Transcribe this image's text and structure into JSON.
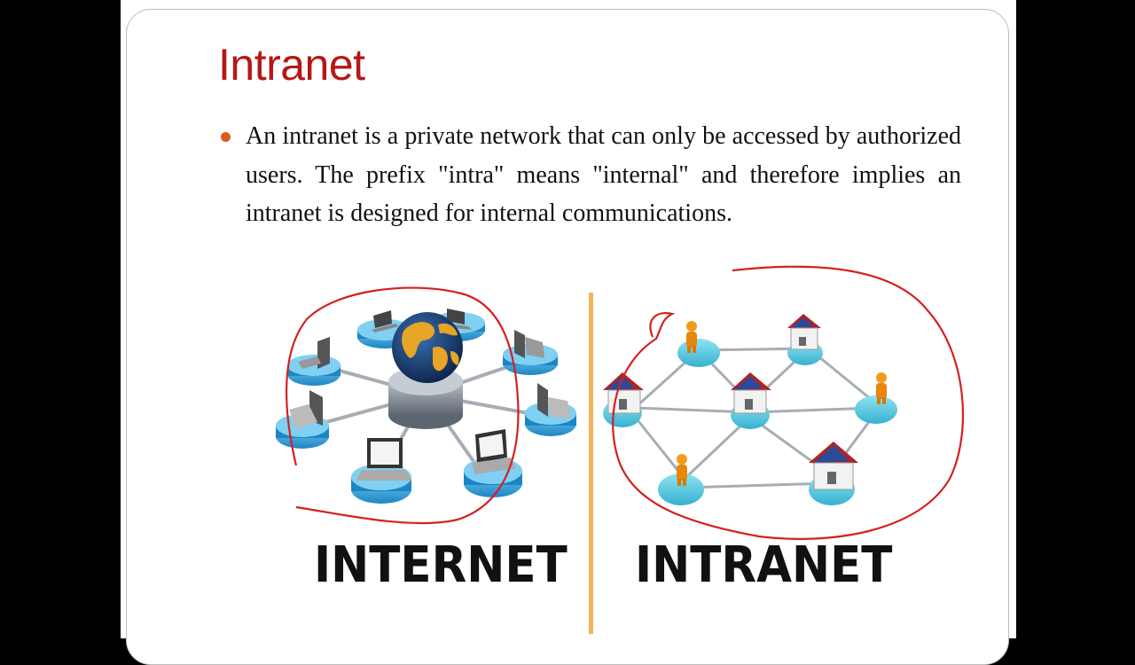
{
  "slide": {
    "title": "Intranet",
    "bullet": "An intranet is a private network that can only be accessed by authorized users. The prefix \"intra\" means \"internal\" and therefore implies an intranet is designed for internal communications."
  },
  "figure": {
    "left_label": "INTERNET",
    "right_label": "INTRANET",
    "icons": {
      "globe": "globe-icon",
      "laptop": "laptop-icon",
      "house": "house-icon",
      "person": "person-icon"
    },
    "colors": {
      "node_blue": "#3aa6d8",
      "hub_gray": "#8a94a0",
      "annotation_red": "#d42020",
      "divider_orange": "#f0b45a",
      "title_red": "#b51717"
    }
  }
}
